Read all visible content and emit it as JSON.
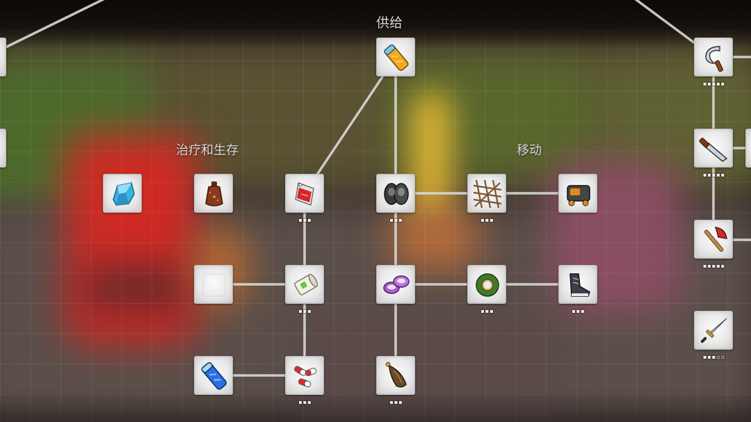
{
  "categories": {
    "supply": "供给",
    "medical": "治疗和生存",
    "movement": "移动"
  },
  "nodes": {
    "supply_tube": {
      "icon": "supply-tube-icon",
      "pips": ""
    },
    "crystal": {
      "icon": "blue-crystal-icon",
      "pips": ""
    },
    "hot_water_bottle": {
      "icon": "hot-water-bottle-icon",
      "pips": ""
    },
    "meat_tag": {
      "icon": "meat-tag-icon",
      "pips": "▪▪▪"
    },
    "knee_pads": {
      "icon": "knee-pads-icon",
      "pips": "▪▪▪"
    },
    "rope_net": {
      "icon": "rope-net-icon",
      "pips": "▪▪▪"
    },
    "roller_skate": {
      "icon": "roller-skate-icon",
      "pips": ""
    },
    "empty_slot": {
      "icon": "empty-slot-icon",
      "pips": ""
    },
    "bandage_roll": {
      "icon": "bandage-roll-icon",
      "pips": "▪▪▪"
    },
    "purple_band": {
      "icon": "purple-band-icon",
      "pips": ""
    },
    "tape_roll": {
      "icon": "tape-roll-icon",
      "pips": "▪▪▪"
    },
    "shoe": {
      "icon": "shoe-icon",
      "pips": "▪▪▪"
    },
    "ice_tube": {
      "icon": "ice-tube-icon",
      "pips": ""
    },
    "pills": {
      "icon": "pills-icon",
      "pips": "▪▪▪"
    },
    "fur_tail": {
      "icon": "fur-tail-icon",
      "pips": "▪▪▪"
    },
    "sickle": {
      "icon": "sickle-icon",
      "pips": "▪▪▪▪▪"
    },
    "machete": {
      "icon": "machete-icon",
      "pips": "▪▪▪▪▪"
    },
    "axe": {
      "icon": "axe-icon",
      "pips": "▪▪▪▪▪"
    },
    "sword": {
      "icon": "sword-icon",
      "pips": "▪▪▪▫▫"
    }
  },
  "colors": {
    "link": "#d9d9d9",
    "tile": "#ececec",
    "label": "#d8d8d8"
  }
}
